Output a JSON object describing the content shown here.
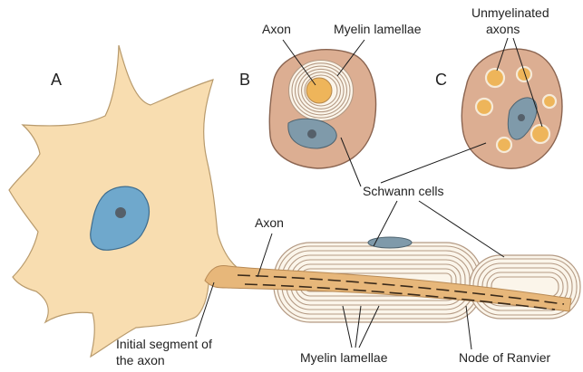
{
  "panels": {
    "a": "A",
    "b": "B",
    "c": "C"
  },
  "labels": {
    "axon_b": "Axon",
    "myelin_lamellae_b": "Myelin lamellae",
    "unmyelinated_line1": "Unmyelinated",
    "unmyelinated_line2": "axons",
    "schwann_cells": "Schwann cells",
    "axon_main": "Axon",
    "initial_segment_line1": "Initial segment of",
    "initial_segment_line2": "the axon",
    "myelin_lamellae_bottom": "Myelin lamellae",
    "node_of_ranvier": "Node of Ranvier"
  },
  "colors": {
    "soma": "#f8ddb0",
    "soma_stroke": "#b89a6c",
    "nucleus": "#6fa8cc",
    "nucleus_stroke": "#3f6d8e",
    "nucleolus": "#55606a",
    "schwann_body": "#dcae92",
    "schwann_stroke": "#8a6450",
    "axon_core": "#eeb55a",
    "axon_fill": "#e7b77a",
    "myelin_bg": "#fbf5ea",
    "myelin_line": "#b49a84",
    "schwann_nucleus": "#7f9aaa"
  }
}
